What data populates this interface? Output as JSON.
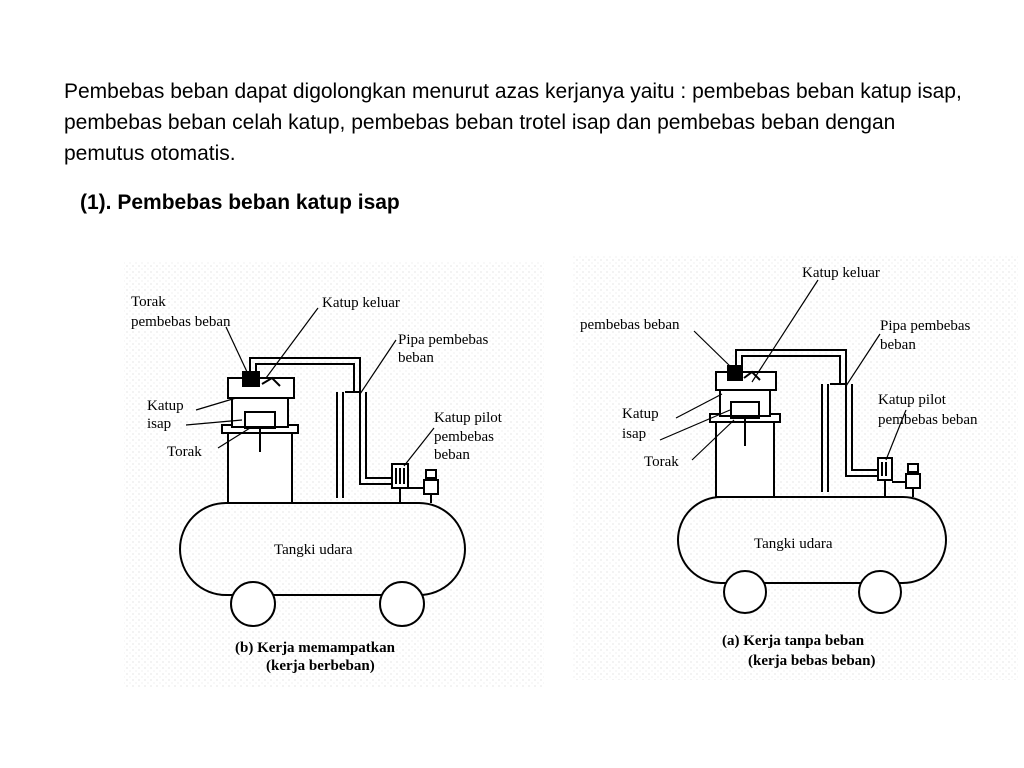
{
  "intro_text": "Pembebas beban dapat digolongkan menurut azas kerjanya yaitu : pembebas beban katup isap, pembebas beban celah katup, pembebas beban trotel isap dan pembebas beban dengan pemutus otomatis.",
  "heading": "(1). Pembebas beban katup isap",
  "diagram_left": {
    "labels": {
      "torak_pembebas_1": "Torak",
      "torak_pembebas_2": "pembebas beban",
      "katup_keluar": "Katup keluar",
      "pipa_pembebas_1": "Pipa pembebas",
      "pipa_pembebas_2": "beban",
      "katup_isap_1": "Katup",
      "katup_isap_2": "isap",
      "torak": "Torak",
      "katup_pilot_1": "Katup pilot",
      "katup_pilot_2": "pembebas",
      "katup_pilot_3": "beban",
      "tangki": "Tangki udara"
    },
    "caption_1": "(b)  Kerja memampatkan",
    "caption_2": "(kerja berbeban)"
  },
  "diagram_right": {
    "labels": {
      "katup_keluar": "Katup keluar",
      "pembebas_beban": "pembebas beban",
      "pipa_pembebas_1": "Pipa pembebas",
      "pipa_pembebas_2": "beban",
      "katup_pilot_1": "Katup pilot",
      "katup_pilot_2": "pembebas beban",
      "katup_isap_1": "Katup",
      "katup_isap_2": "isap",
      "torak": "Torak",
      "tangki": "Tangki udara"
    },
    "caption_1": "(a)  Kerja tanpa beban",
    "caption_2": "(kerja bebas beban)"
  }
}
